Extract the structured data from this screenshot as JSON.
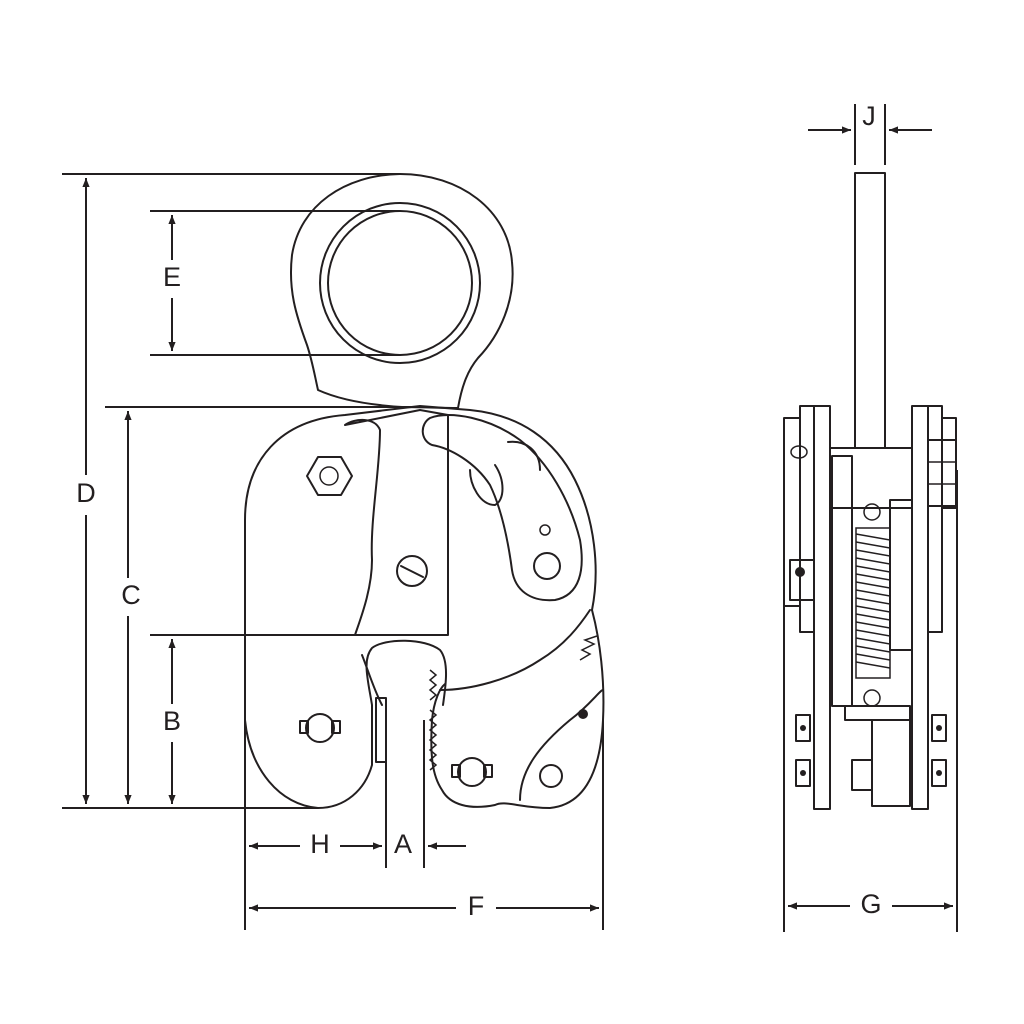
{
  "colors": {
    "line": "#231f20",
    "background": "#ffffff"
  },
  "dimensions": {
    "A": "A",
    "B": "B",
    "C": "C",
    "D": "D",
    "E": "E",
    "F": "F",
    "G": "G",
    "H": "H",
    "J": "J"
  }
}
